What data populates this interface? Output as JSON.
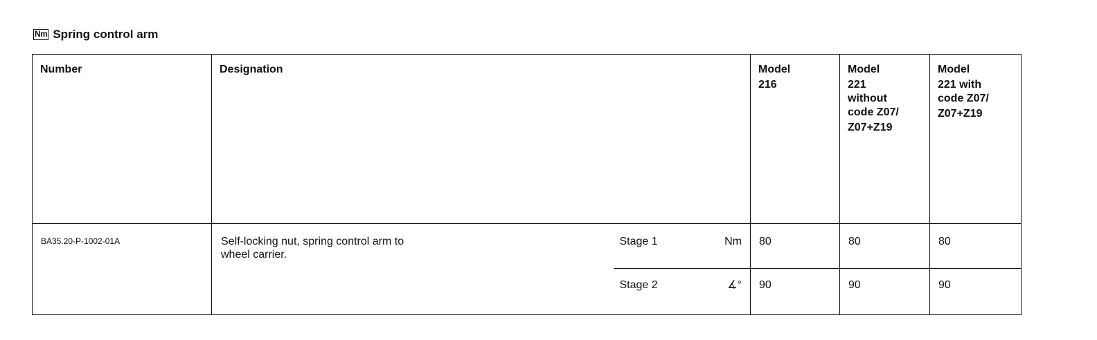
{
  "section": {
    "icon": "Nm",
    "title": "Spring control arm"
  },
  "table": {
    "headers": {
      "number": "Number",
      "designation": "Designation",
      "model_216": [
        "Model",
        "216"
      ],
      "model_221_without": [
        "Model",
        "221",
        "without",
        "code Z07/",
        "Z07+Z19"
      ],
      "model_221_with": [
        "Model",
        "221 with",
        "code Z07/",
        "Z07+Z19"
      ]
    },
    "row": {
      "number": "BA35.20-P-1002-01A",
      "designation_line1": "Self-locking nut, spring control arm to",
      "designation_line2": "wheel carrier.",
      "stages": [
        {
          "stage": "Stage 1",
          "unit": "Nm",
          "values": [
            "80",
            "80",
            "80"
          ]
        },
        {
          "stage": "Stage 2",
          "unit": "∡°",
          "values": [
            "90",
            "90",
            "90"
          ]
        }
      ]
    }
  }
}
